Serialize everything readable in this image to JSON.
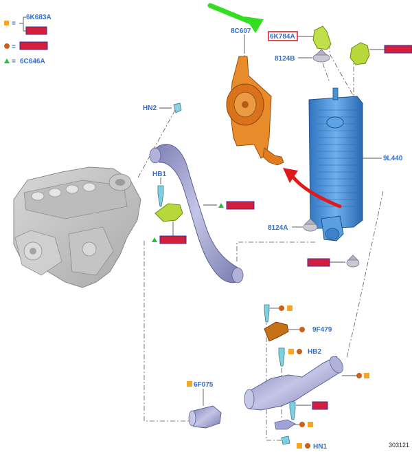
{
  "legend": {
    "square_part": "6K683A",
    "circle_part": "",
    "triangle_part": "6C646A",
    "equals": "="
  },
  "parts": {
    "p8c607": "8C607",
    "p6k784a": "6K784A",
    "p8124b": "8124B",
    "hn2": "HN2",
    "hb1": "HB1",
    "p9l440": "9L440",
    "p8124a": "8124A",
    "p9f479": "9F479",
    "hb2": "HB2",
    "p6f075": "6F075",
    "hn1": "HN1"
  },
  "reference_number": "303121",
  "colors": {
    "label_blue": "#2f6fd0",
    "highlight_red": "#d31f3a",
    "square_orange": "#f5a623",
    "circle_brown": "#c8621a",
    "triangle_green": "#2ebd3a",
    "arrow_green": "#33dd22",
    "arrow_red": "#e01a1a",
    "intercooler_blue": "#4a92d6",
    "bracket_orange": "#e07c1e",
    "hose_lilac": "#9b9cc9",
    "bracket_yellowgreen": "#b7d83a"
  },
  "icons": [
    "square-marker-icon",
    "circle-marker-icon",
    "triangle-marker-icon",
    "green-arrow-icon",
    "red-arrow-icon"
  ]
}
